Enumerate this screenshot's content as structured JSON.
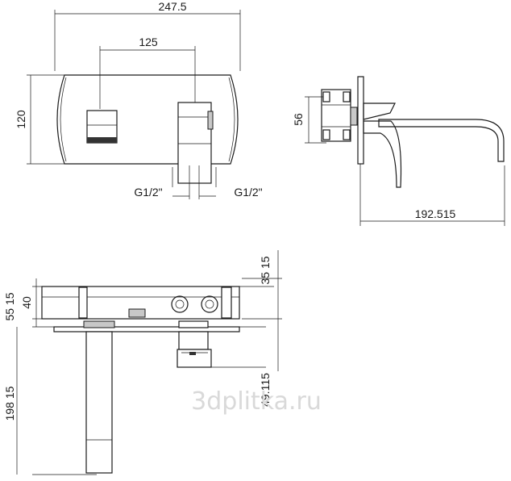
{
  "front_view": {
    "width_total": "247.5",
    "center_distance": "125",
    "height": "120",
    "thread_left": "G1/2\"",
    "thread_right": "G1/2\""
  },
  "side_view": {
    "plate_height": "56",
    "projection": "192.515"
  },
  "plan_view": {
    "depth_top": "35 15",
    "box_depth": "40",
    "wall_offset": "55 15",
    "spout_length": "198 15",
    "handle_depth": "49.115"
  },
  "watermark": "3dplitka.ru"
}
